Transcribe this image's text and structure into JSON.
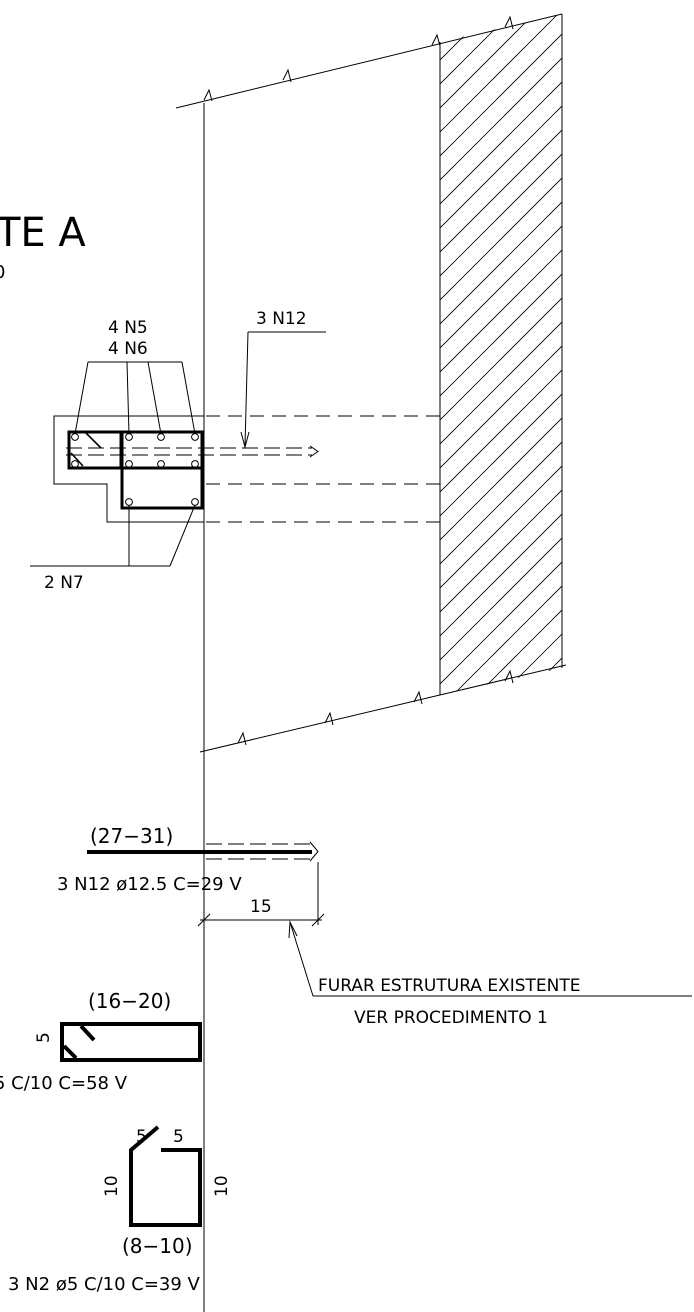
{
  "section": {
    "title": "TE A",
    "scale_fragment": "0"
  },
  "labels": {
    "stirrup_group_top": "4 N5",
    "stirrup_group_bottom": "4 N6",
    "dowel_callout": "3 N12",
    "bottom_bars_callout": "2 N7"
  },
  "bar_details": {
    "dowel": {
      "length_range": "(27−31)",
      "spec": "3 N12 ø12.5 C=29 V",
      "anchor_dim": "15"
    },
    "drill_note": {
      "line1": "FURAR ESTRUTURA EXISTENTE",
      "line2": "VER PROCEDIMENTO 1"
    },
    "stirrup_rect": {
      "length_range": "(16−20)",
      "hook_dim": "5",
      "spec": "5 C/10 C=58 V"
    },
    "stirrup_closed": {
      "hook_dim_left": "5",
      "hook_dim_right": "5",
      "side_dim_left": "10",
      "side_dim_right": "10",
      "length_range": "(8−10)",
      "spec": "3 N2 ø5 C/10 C=39 V"
    }
  }
}
